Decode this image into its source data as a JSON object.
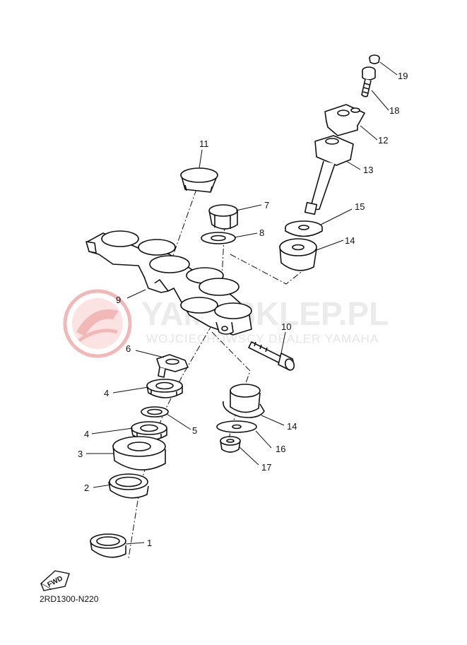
{
  "watermark": {
    "brand": "YAMASKLEP.PL",
    "tagline": "WOJCIECHOWSCY DEALER YAMAHA",
    "logo_color": "#f2b8b8"
  },
  "diagram_code": "2RD1300-N220",
  "fwd_label": "FWD",
  "callouts": [
    {
      "id": "c1",
      "label": "1"
    },
    {
      "id": "c2",
      "label": "2"
    },
    {
      "id": "c3",
      "label": "3"
    },
    {
      "id": "c4a",
      "label": "4"
    },
    {
      "id": "c4b",
      "label": "4"
    },
    {
      "id": "c5",
      "label": "5"
    },
    {
      "id": "c6",
      "label": "6"
    },
    {
      "id": "c7",
      "label": "7"
    },
    {
      "id": "c8",
      "label": "8"
    },
    {
      "id": "c9",
      "label": "9"
    },
    {
      "id": "c10",
      "label": "10"
    },
    {
      "id": "c11",
      "label": "11"
    },
    {
      "id": "c12",
      "label": "12"
    },
    {
      "id": "c13",
      "label": "13"
    },
    {
      "id": "c14a",
      "label": "14"
    },
    {
      "id": "c14b",
      "label": "14"
    },
    {
      "id": "c15",
      "label": "15"
    },
    {
      "id": "c16",
      "label": "16"
    },
    {
      "id": "c17",
      "label": "17"
    },
    {
      "id": "c18",
      "label": "18"
    },
    {
      "id": "c19",
      "label": "19"
    }
  ]
}
